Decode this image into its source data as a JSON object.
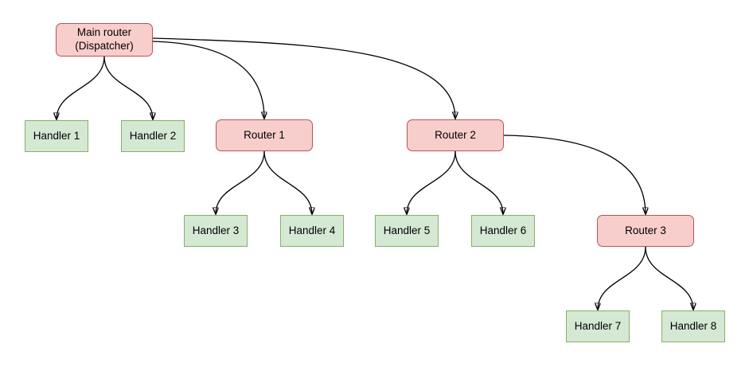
{
  "diagram": {
    "background": "#ffffff",
    "edge_color": "#000000",
    "node_styles": {
      "router": {
        "fill": "#f8cecc",
        "border": "#b85450",
        "shape": "rounded-rectangle"
      },
      "handler": {
        "fill": "#d5e8d4",
        "border": "#82b366",
        "shape": "rectangle"
      }
    },
    "nodes": {
      "main": {
        "label": "Main router\n(Dispatcher)",
        "type": "router"
      },
      "handler1": {
        "label": "Handler 1",
        "type": "handler"
      },
      "handler2": {
        "label": "Handler 2",
        "type": "handler"
      },
      "router1": {
        "label": "Router 1",
        "type": "router"
      },
      "router2": {
        "label": "Router 2",
        "type": "router"
      },
      "handler3": {
        "label": "Handler 3",
        "type": "handler"
      },
      "handler4": {
        "label": "Handler 4",
        "type": "handler"
      },
      "handler5": {
        "label": "Handler 5",
        "type": "handler"
      },
      "handler6": {
        "label": "Handler 6",
        "type": "handler"
      },
      "router3": {
        "label": "Router 3",
        "type": "router"
      },
      "handler7": {
        "label": "Handler 7",
        "type": "handler"
      },
      "handler8": {
        "label": "Handler 8",
        "type": "handler"
      }
    },
    "edges": [
      {
        "from": "Main router (Dispatcher)",
        "to": "Handler 1"
      },
      {
        "from": "Main router (Dispatcher)",
        "to": "Handler 2"
      },
      {
        "from": "Main router (Dispatcher)",
        "to": "Router 1"
      },
      {
        "from": "Main router (Dispatcher)",
        "to": "Router 2"
      },
      {
        "from": "Router 1",
        "to": "Handler 3"
      },
      {
        "from": "Router 1",
        "to": "Handler 4"
      },
      {
        "from": "Router 2",
        "to": "Handler 5"
      },
      {
        "from": "Router 2",
        "to": "Handler 6"
      },
      {
        "from": "Router 2",
        "to": "Router 3"
      },
      {
        "from": "Router 3",
        "to": "Handler 7"
      },
      {
        "from": "Router 3",
        "to": "Handler 8"
      }
    ]
  }
}
